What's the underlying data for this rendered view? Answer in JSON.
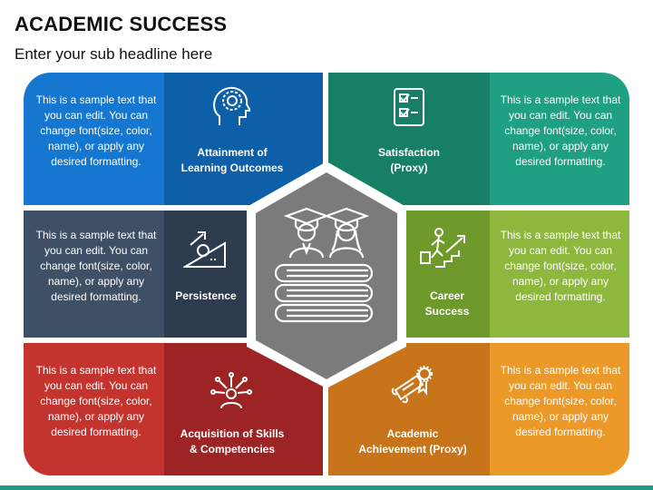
{
  "header": {
    "title": "ACADEMIC SUCCESS",
    "subtitle": "Enter your sub headline here"
  },
  "sample_text": "This is a sample text that you can edit. You can change font(size, color, name), or apply any desired formatting.",
  "panels": {
    "top_left": {
      "label_1": "Attainment of",
      "label_2": "Learning Outcomes",
      "icon": "brain-head-icon",
      "dark": "#0d5fa8",
      "light": "#1577cf"
    },
    "top_right": {
      "label_1": "Satisfaction",
      "label_2": "(Proxy)",
      "icon": "checklist-icon",
      "dark": "#167f66",
      "light": "#20a082"
    },
    "mid_left": {
      "label_1": "Persistence",
      "label_2": "",
      "icon": "push-boulder-icon",
      "dark": "#2d3b4f",
      "light": "#3e4f66"
    },
    "mid_right": {
      "label_1": "Career",
      "label_2": "Success",
      "icon": "climbing-stairs-icon",
      "dark": "#6e9a2c",
      "light": "#8db83d"
    },
    "bottom_left": {
      "label_1": "Acquisition of Skills",
      "label_2": "& Competencies",
      "icon": "network-person-icon",
      "dark": "#9d2424",
      "light": "#c3342f"
    },
    "bottom_right": {
      "label_1": "Academic",
      "label_2": "Achievement (Proxy)",
      "icon": "diploma-icon",
      "dark": "#c8741a",
      "light": "#eb9a2a"
    }
  },
  "center": {
    "icon": "graduates-on-books-icon",
    "fill": "#7b7b7b"
  }
}
